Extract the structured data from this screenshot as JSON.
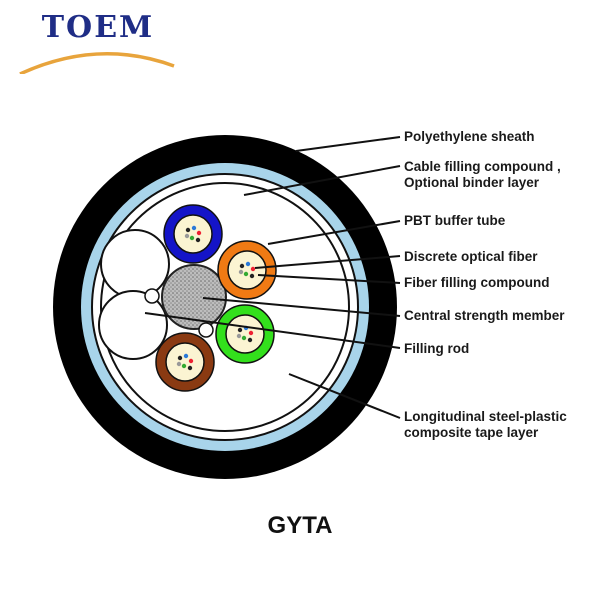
{
  "brand": {
    "logo_text": "TOEM",
    "logo_color": "#1f2d86",
    "swoosh_color": "#e8a43c"
  },
  "cable_model": "GYTA",
  "callouts": [
    {
      "id": "polyethylene-sheath",
      "lines": [
        "Polyethylene sheath"
      ]
    },
    {
      "id": "filling-compound",
      "lines": [
        "Cable filling compound ,",
        "Optional binder layer"
      ]
    },
    {
      "id": "pbt-buffer-tube",
      "lines": [
        "PBT buffer tube"
      ]
    },
    {
      "id": "discrete-optical-fiber",
      "lines": [
        "Discrete optical fiber"
      ]
    },
    {
      "id": "fiber-filling-compound",
      "lines": [
        "Fiber filling compound"
      ]
    },
    {
      "id": "central-strength-member",
      "lines": [
        "Central strength member"
      ]
    },
    {
      "id": "filling-rod",
      "lines": [
        "Filling rod"
      ]
    },
    {
      "id": "steel-plastic-tape",
      "lines": [
        "Longitudinal steel-plastic",
        "composite tape layer"
      ]
    }
  ],
  "colors": {
    "sheath": "#000000",
    "tape_layer": "#a8d4ea",
    "tube_blue": "#1414c8",
    "tube_orange": "#f07a14",
    "tube_green": "#33e01c",
    "tube_brown": "#8a3a12",
    "tube_fill": "#fbf4d2",
    "central_member": "#b5b5b5"
  }
}
